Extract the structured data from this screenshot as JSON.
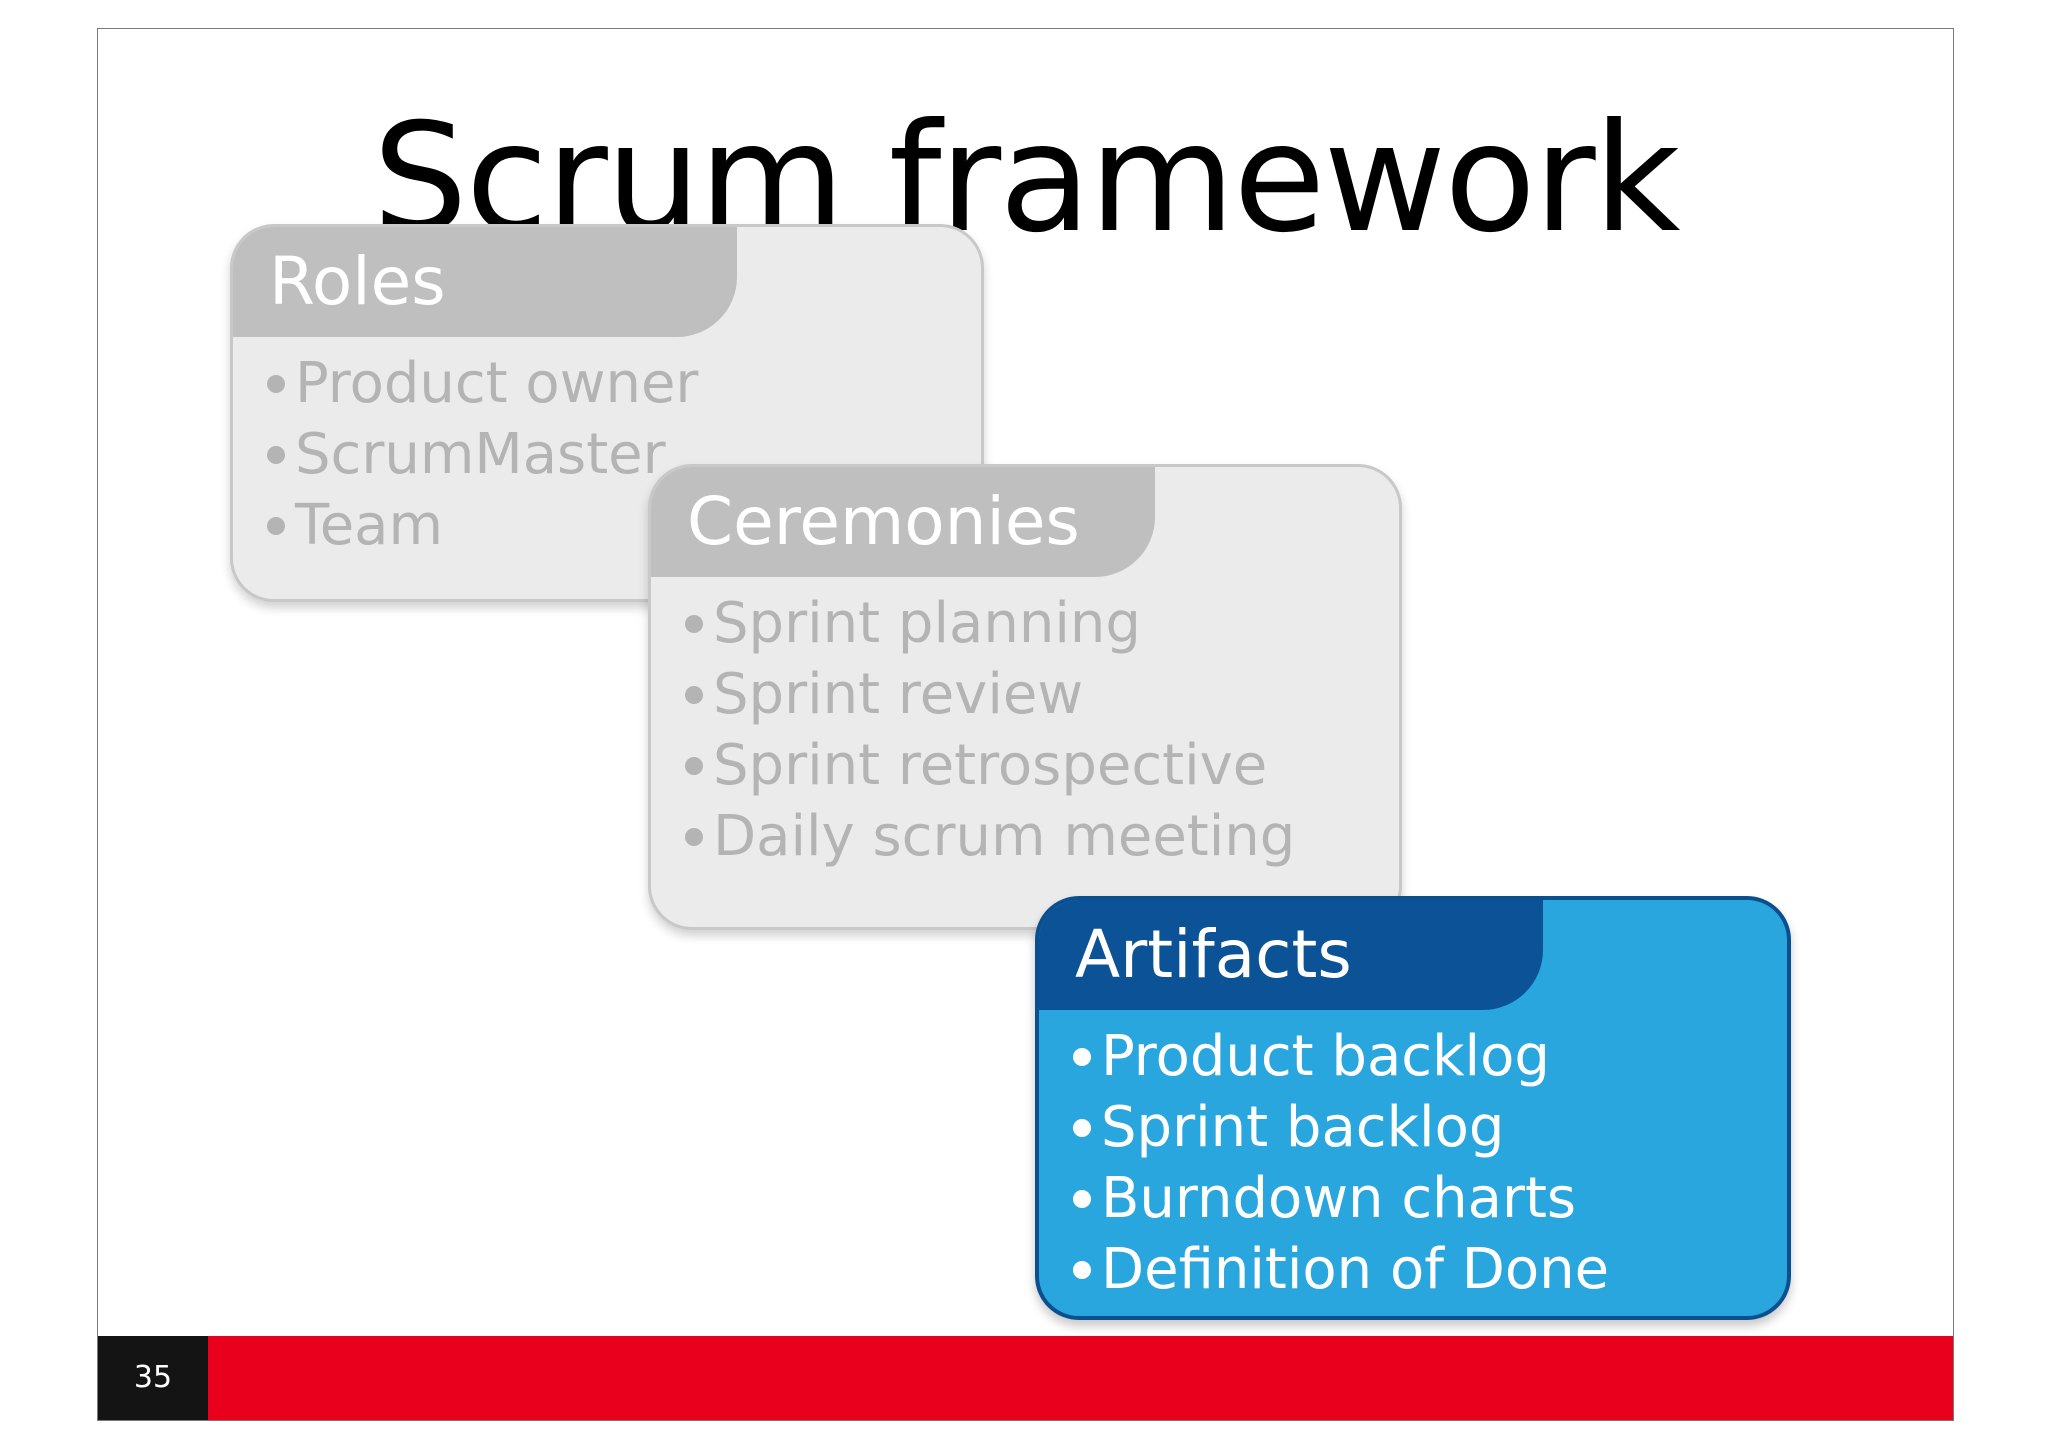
{
  "slide": {
    "title": "Scrum framework",
    "page_number": "35"
  },
  "cards": [
    {
      "header": "Roles",
      "items": [
        "Product owner",
        "ScrumMaster",
        "Team"
      ]
    },
    {
      "header": "Ceremonies",
      "items": [
        "Sprint planning",
        "Sprint review",
        "Sprint retrospective",
        "Daily scrum meeting"
      ]
    },
    {
      "header": "Artifacts",
      "items": [
        "Product backlog",
        "Sprint backlog",
        "Burndown charts",
        "Definition of Done"
      ]
    }
  ],
  "colors": {
    "inactive_card_bg": "#ebebeb",
    "inactive_header": "#bfbfbf",
    "active_card_bg": "#29a6dd",
    "active_header": "#0b5396",
    "footer_bar": "#e8001c",
    "page_number_bg": "#141414"
  }
}
